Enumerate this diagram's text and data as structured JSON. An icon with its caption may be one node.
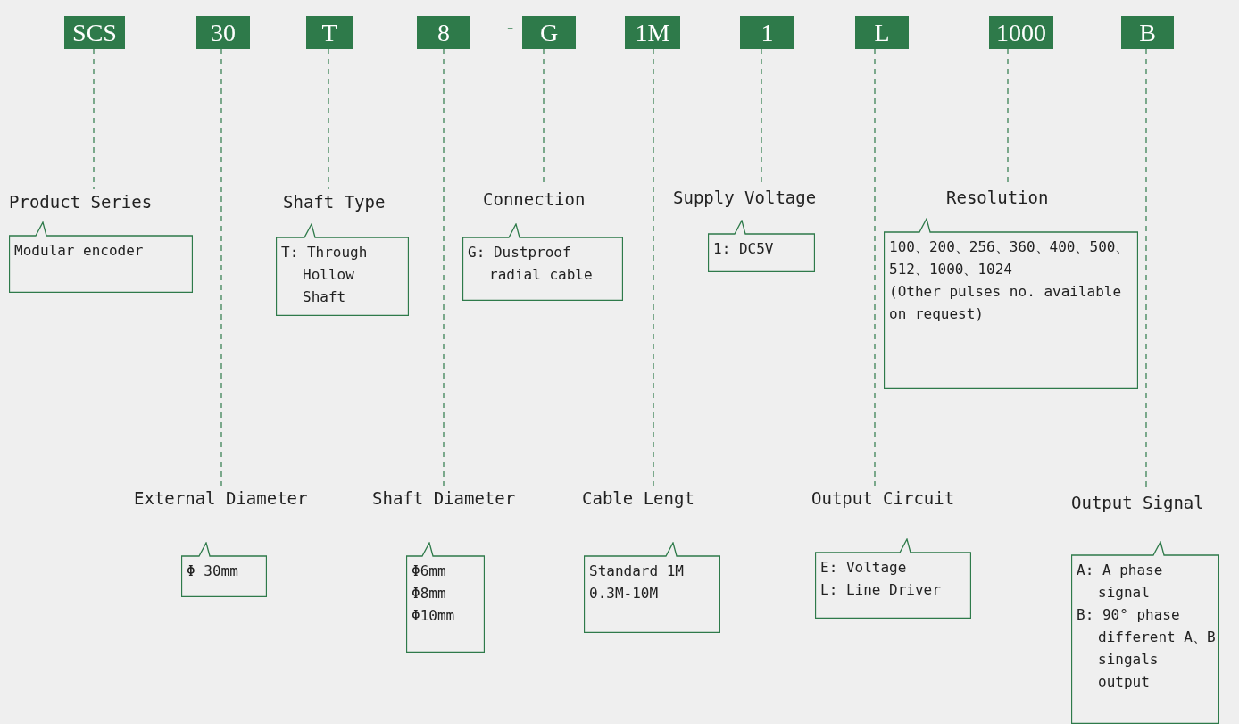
{
  "diagram": {
    "nodes": [
      {
        "text": [
          "SCS"
        ]
      },
      {
        "text": [
          "30"
        ]
      },
      {
        "text": [
          "T"
        ]
      },
      {
        "text": [
          "8"
        ]
      },
      {
        "text": [
          "G"
        ],
        "beside": [
          "-"
        ]
      },
      {
        "text": [
          "1M"
        ]
      },
      {
        "text": [
          "1"
        ]
      },
      {
        "text": [
          "L"
        ]
      },
      {
        "text": [
          "1000"
        ]
      },
      {
        "text": [
          "B"
        ]
      },
      {
        "text": [
          "Product Series",
          "Modular encoder"
        ]
      },
      {
        "text": [
          "Shaft Type",
          "T: Through Hollow Shaft"
        ]
      },
      {
        "text": [
          "Connection",
          "G: Dustproof radial cable"
        ]
      },
      {
        "text": [
          "Supply Voltage",
          "1: DC5V"
        ]
      },
      {
        "text": [
          "Resolution",
          "100、200、256、360、400、500、512、1000、1024",
          "(Other pulses no. available on request)"
        ]
      },
      {
        "text": [
          "External Diameter",
          "Φ 30mm"
        ]
      },
      {
        "text": [
          "Shaft Diameter",
          "Φ6mm",
          "Φ8mm",
          "Φ10mm"
        ]
      },
      {
        "text": [
          "Cable Lengt",
          "Standard 1M",
          "0.3M-10M"
        ]
      },
      {
        "text": [
          "Output Circuit",
          "E: Voltage",
          "L: Line Driver"
        ]
      },
      {
        "text": [
          "Output Signal",
          "A: A phase signal",
          "B: 90° phase different A、B singals output"
        ]
      }
    ],
    "edges": [
      {
        "from": 0,
        "to": 10,
        "arrow": "none",
        "style": "dashed"
      },
      {
        "from": 1,
        "to": 15,
        "arrow": "none",
        "style": "dashed"
      },
      {
        "from": 2,
        "to": 11,
        "arrow": "none",
        "style": "dashed"
      },
      {
        "from": 3,
        "to": 16,
        "arrow": "none",
        "style": "dashed"
      },
      {
        "from": 4,
        "to": 12,
        "arrow": "none",
        "style": "dashed"
      },
      {
        "from": 5,
        "to": 17,
        "arrow": "none",
        "style": "dashed"
      },
      {
        "from": 6,
        "to": 13,
        "arrow": "none",
        "style": "dashed"
      },
      {
        "from": 7,
        "to": 18,
        "arrow": "none",
        "style": "dashed"
      },
      {
        "from": 8,
        "to": 14,
        "arrow": "none",
        "style": "dashed"
      },
      {
        "from": 9,
        "to": 19,
        "arrow": "none",
        "style": "dashed"
      }
    ]
  }
}
